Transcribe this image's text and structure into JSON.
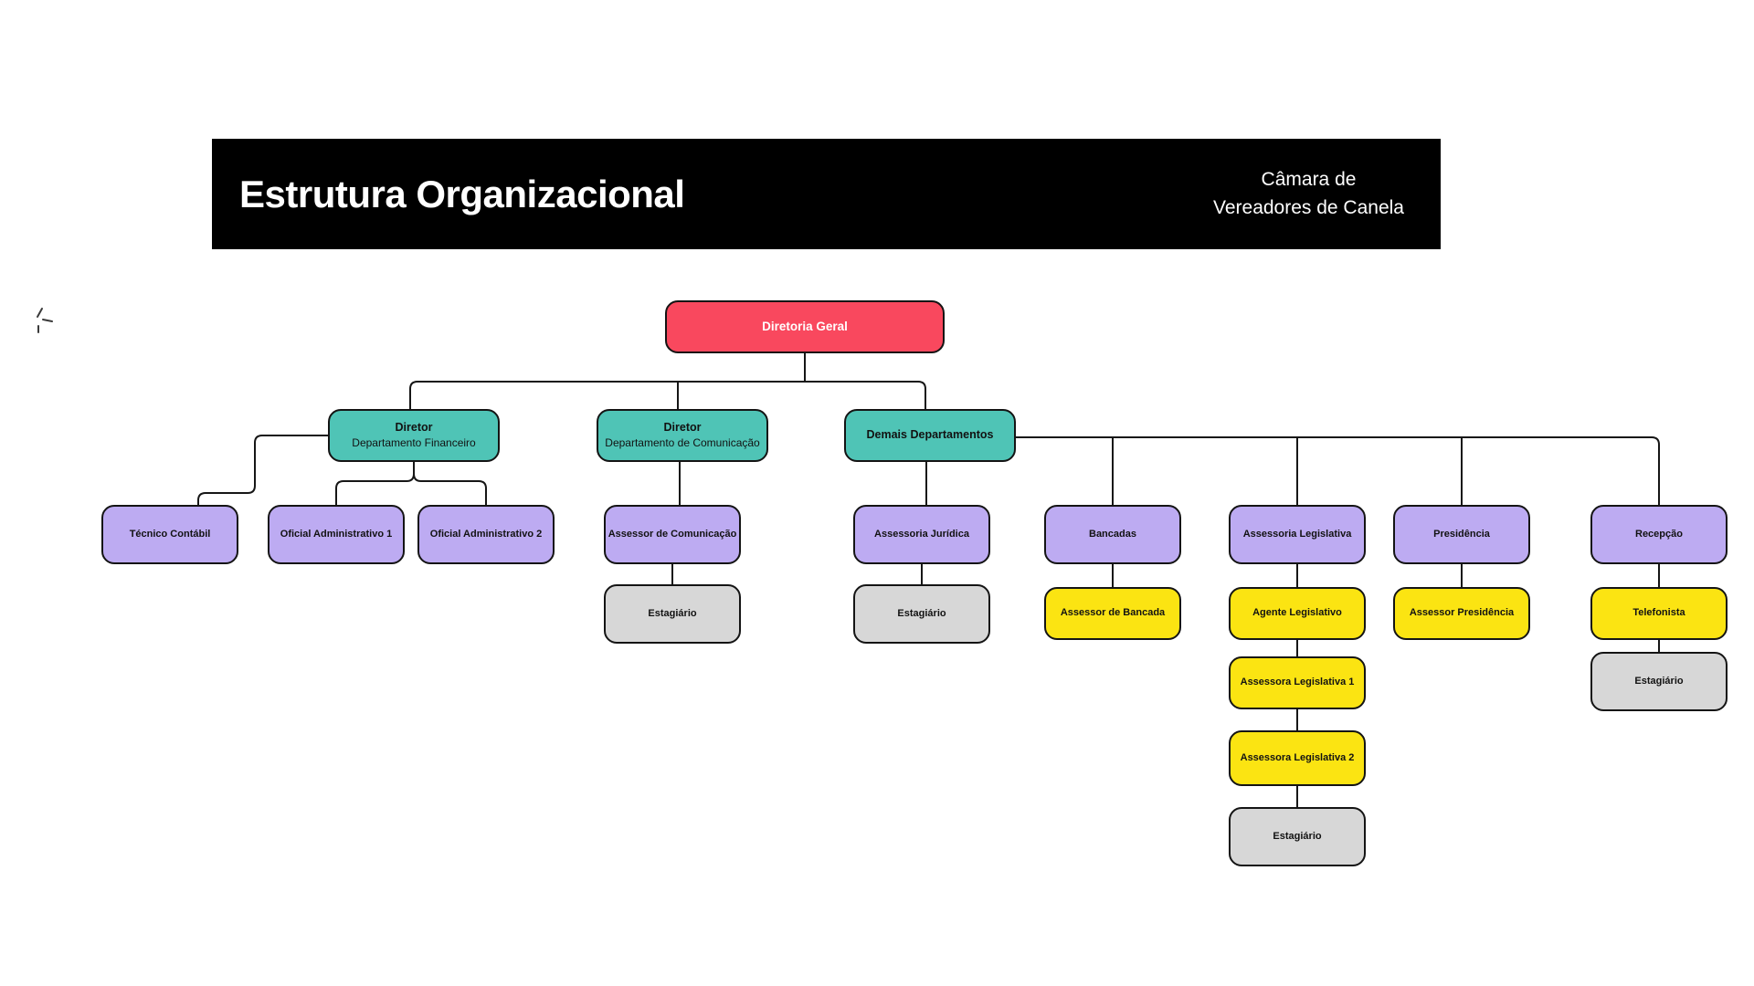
{
  "header": {
    "title": "Estrutura Organizacional",
    "org_line1": "Câmara de",
    "org_line2": "Vereadores de Canela"
  },
  "colors": {
    "header_bg": "#000000",
    "background": "#ffffff",
    "line": "#161616",
    "red": "#F9485E",
    "teal": "#4FC4B6",
    "purple": "#BDABF2",
    "yellow": "#FBE412",
    "gray": "#D7D7D7"
  },
  "nodes": {
    "diretoria_geral": {
      "label": "Diretoria Geral"
    },
    "diretor_financeiro": {
      "label": "Diretor",
      "sublabel": "Departamento Financeiro"
    },
    "diretor_comunicacao": {
      "label": "Diretor",
      "sublabel": "Departamento de Comunicação"
    },
    "demais_departamentos": {
      "label": "Demais Departamentos"
    },
    "tecnico_contabil": {
      "label": "Técnico Contábil"
    },
    "oficial_administrativo_1": {
      "label": "Oficial Administrativo 1"
    },
    "oficial_administrativo_2": {
      "label": "Oficial Administrativo 2"
    },
    "assessor_comunicacao": {
      "label": "Assessor de Comunicação"
    },
    "estagiario_comunicacao": {
      "label": "Estagiário"
    },
    "assessoria_juridica": {
      "label": "Assessoria Jurídica"
    },
    "estagiario_juridica": {
      "label": "Estagiário"
    },
    "bancadas": {
      "label": "Bancadas"
    },
    "assessor_bancada": {
      "label": "Assessor de Bancada"
    },
    "assessoria_legislativa": {
      "label": "Assessoria Legislativa"
    },
    "agente_legislativo": {
      "label": "Agente Legislativo"
    },
    "assessora_legislativa_1": {
      "label": "Assessora Legislativa 1"
    },
    "assessora_legislativa_2": {
      "label": "Assessora Legislativa 2"
    },
    "estagiario_legislativa": {
      "label": "Estagiário"
    },
    "presidencia": {
      "label": "Presidência"
    },
    "assessor_presidencia": {
      "label": "Assessor Presidência"
    },
    "recepcao": {
      "label": "Recepção"
    },
    "telefonista": {
      "label": "Telefonista"
    },
    "estagiario_recepcao": {
      "label": "Estagiário"
    }
  }
}
